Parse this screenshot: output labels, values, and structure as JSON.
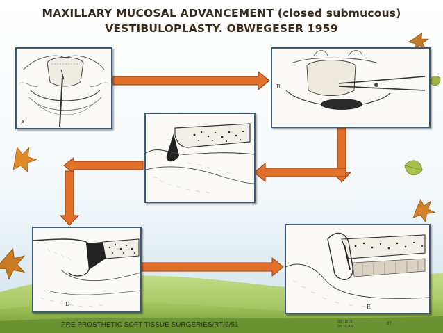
{
  "slide": {
    "title_line1": "MAXILLARY MUCOSAL ADVANCEMENT (closed submucous)",
    "title_line2": "VESTIBULOPLASTY. OBWEGESER 1959"
  },
  "panels": [
    {
      "id": "A",
      "label": "A"
    },
    {
      "id": "B",
      "label": "B"
    },
    {
      "id": "C",
      "label": ""
    },
    {
      "id": "D",
      "label": "D"
    },
    {
      "id": "E",
      "label": "E"
    }
  ],
  "footer": {
    "text": "PRE PROSTHETIC SOFT TISSUE SURGERIES/RT/6/51",
    "date": "09/19/16",
    "time": "09:16 AM",
    "page": "27"
  },
  "colors": {
    "arrow": "#e0702a",
    "arrow_outline": "#9a3d0c",
    "panel_border": "#3b5a7a",
    "title": "#3a2a1a",
    "grass": "#8ab04a",
    "sky": "#d8e8ef"
  }
}
